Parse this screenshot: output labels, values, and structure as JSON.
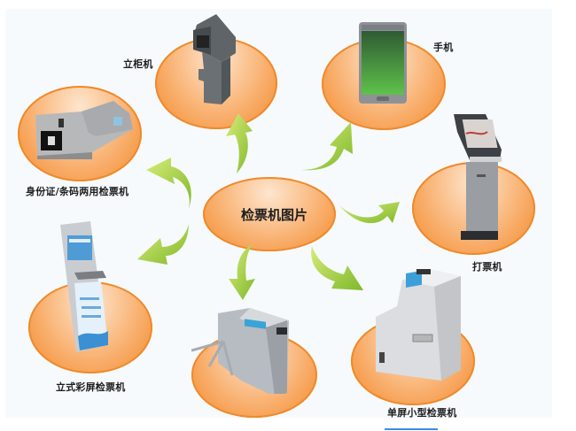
{
  "diagram": {
    "center": {
      "label": "检票机图片"
    },
    "nodes": [
      {
        "id": "cabinet",
        "label": "立柜机",
        "device": "standing-cabinet-terminal"
      },
      {
        "id": "phone",
        "label": "手机",
        "device": "mobile-phone"
      },
      {
        "id": "idcard",
        "label": "身份证/条码两用检票机",
        "device": "id-barcode-ticket-checker"
      },
      {
        "id": "printer",
        "label": "打票机",
        "device": "ticket-printing-kiosk"
      },
      {
        "id": "colorscreen",
        "label": "立式彩屏检票机",
        "device": "standing-color-screen-kiosk"
      },
      {
        "id": "turnstile",
        "label": "",
        "device": "tripod-turnstile"
      },
      {
        "id": "small",
        "label": "单屏小型检票机",
        "device": "single-screen-small-ticket-checker"
      }
    ],
    "colors": {
      "ellipse_orange": "#f28a24",
      "ellipse_light": "#fde6cf",
      "arrow_green": "#a9d13c",
      "panel_background": "#f6fafd",
      "accent_blue": "#3b8de6"
    }
  }
}
